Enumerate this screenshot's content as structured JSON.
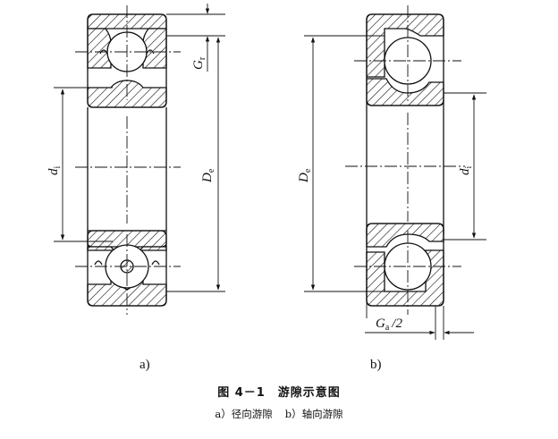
{
  "figure": {
    "title": "图 4－1　游隙示意图",
    "subcaption_a": "a）径向游隙",
    "subcaption_b": "b）轴向游隙"
  },
  "panels": [
    {
      "label": "a)",
      "dimensions": [
        {
          "symbol": "d",
          "subscript": "i"
        },
        {
          "symbol": "G",
          "subscript": "r"
        },
        {
          "symbol": "D",
          "subscript": "e"
        }
      ]
    },
    {
      "label": "b)",
      "dimensions": [
        {
          "symbol": "D",
          "subscript": "e"
        },
        {
          "symbol": "d",
          "subscript": "i"
        },
        {
          "symbol": "G",
          "subscript": "a",
          "suffix": "/2"
        }
      ]
    }
  ]
}
